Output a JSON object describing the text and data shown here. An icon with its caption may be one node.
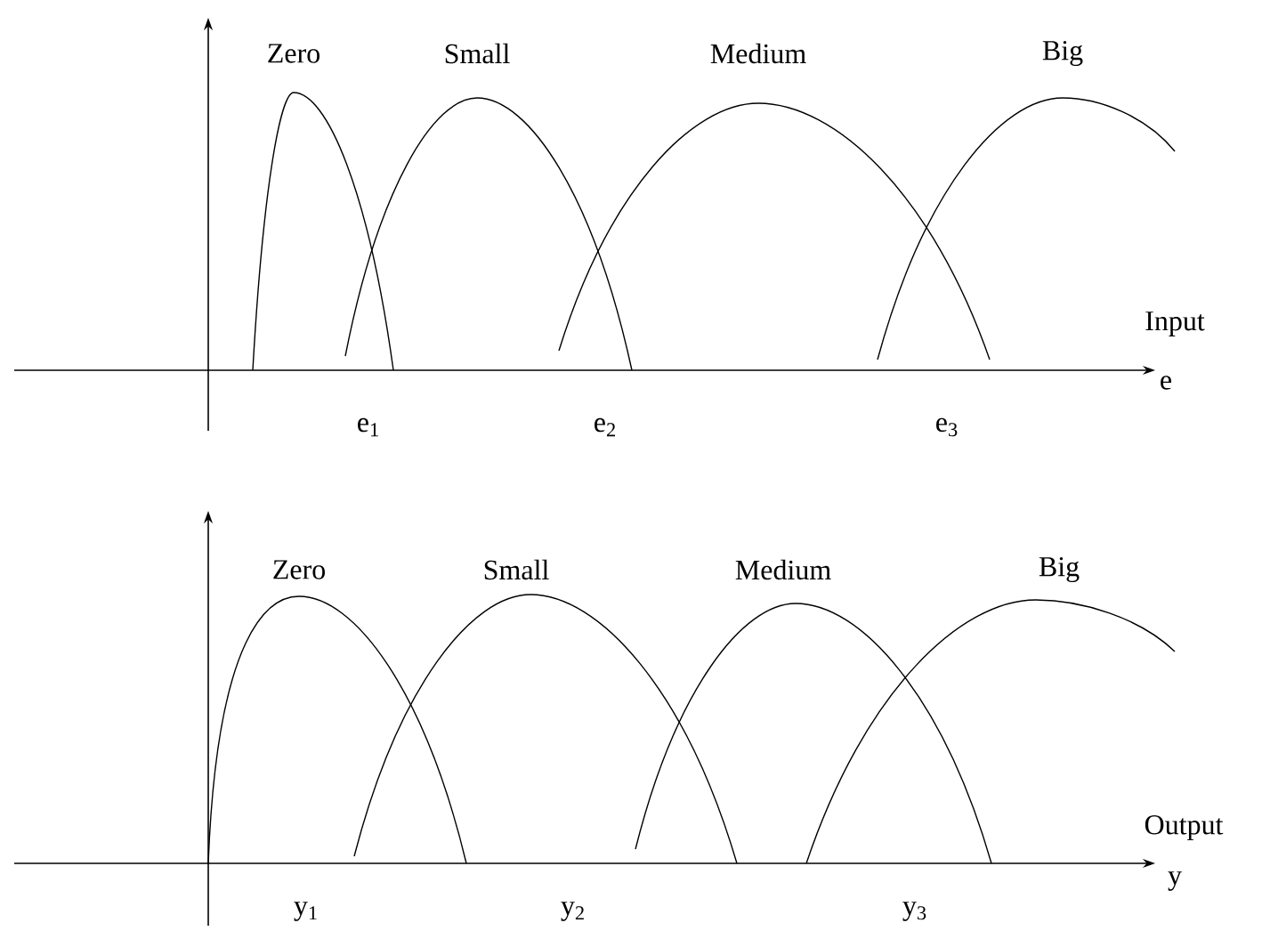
{
  "diagram": {
    "labels": [
      "Zero",
      "Small",
      "Medium",
      "Big",
      "Input",
      "e",
      "e$_{1}$",
      "e$_{2}$",
      "e$_{3}$",
      "Zero",
      "Small",
      "Medium",
      "Big",
      "Output",
      "y",
      "y$_{1}$",
      "y$_{2}$",
      "y$_{3}$"
    ]
  }
}
